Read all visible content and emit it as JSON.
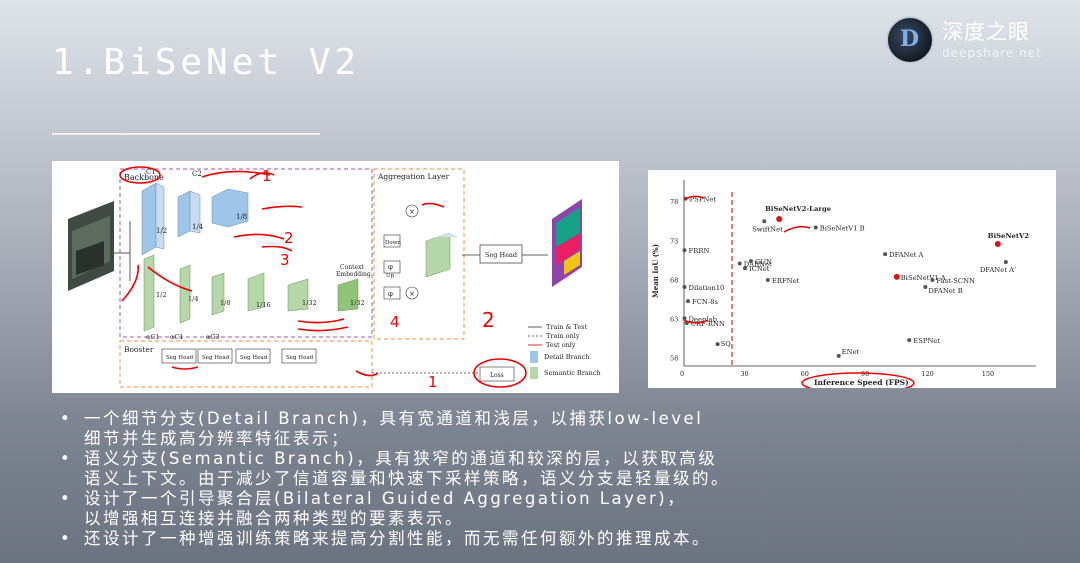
{
  "slide": {
    "title": "1.BiSeNet V2"
  },
  "logo": {
    "cn": "深度之眼",
    "en": "deepshare.net",
    "mark": "D"
  },
  "architecture": {
    "backbone": "Backbone",
    "stage_labels": [
      "C1",
      "C2"
    ],
    "detail_fracs": [
      "1/2",
      "1/4",
      "1/8"
    ],
    "semantic_fracs": [
      "1/2",
      "1/4",
      "1/8",
      "1/16",
      "1/32",
      "1/32"
    ],
    "semantic_widths": [
      "αC1",
      "αC1",
      "αC3"
    ],
    "context": [
      "Context",
      "Embedding"
    ],
    "aggregation": "Aggregation Layer",
    "ops": [
      "Down",
      "φ",
      "Up",
      "φ",
      "×",
      "×"
    ],
    "seg_head": "Seg Head",
    "booster": "Booster",
    "booster_heads": [
      "Seg Head",
      "Seg Head",
      "Seg Head",
      "Seg Head"
    ],
    "loss": "Loss",
    "legend": [
      "Train & Test",
      "Train only",
      "Test only",
      "Detail Branch",
      "Semantic Branch"
    ],
    "annotations": [
      "1",
      "2",
      "3",
      "4",
      "1",
      "2"
    ]
  },
  "speed_chart": {
    "ylabel": "Mean IoU (%)",
    "xlabel": "Inference Speed (FPS)",
    "yticks": [
      "78",
      "73",
      "68",
      "63",
      "58"
    ],
    "xticks": [
      "0",
      "30",
      "60",
      "90",
      "120",
      "150"
    ],
    "points": [
      {
        "name": "PSPNet",
        "fps": 0.8,
        "miou": 78.4,
        "highlight": false
      },
      {
        "name": "BiSeNetV2-Large",
        "fps": 47.3,
        "miou": 75.8,
        "highlight": true
      },
      {
        "name": "SwiftNet",
        "fps": 39.9,
        "miou": 75.5,
        "highlight": false
      },
      {
        "name": "BiSeNetV1 B",
        "fps": 65.5,
        "miou": 74.7,
        "highlight": false
      },
      {
        "name": "BiSeNetV2",
        "fps": 156,
        "miou": 72.6,
        "highlight": true
      },
      {
        "name": "FRRN",
        "fps": 0.25,
        "miou": 71.8,
        "highlight": false
      },
      {
        "name": "DFANet A",
        "fps": 100,
        "miou": 71.3,
        "highlight": false
      },
      {
        "name": "DABNet",
        "fps": 27.7,
        "miou": 70.1,
        "highlight": false
      },
      {
        "name": "GUN",
        "fps": 33.3,
        "miou": 70.4,
        "highlight": false
      },
      {
        "name": "ICNet",
        "fps": 30.3,
        "miou": 69.5,
        "highlight": false
      },
      {
        "name": "DFANet A'",
        "fps": 160,
        "miou": 70.3,
        "highlight": false
      },
      {
        "name": "BiSeNetV1 A",
        "fps": 105.8,
        "miou": 68.4,
        "highlight": true
      },
      {
        "name": "Fast-SCNN",
        "fps": 123.5,
        "miou": 68,
        "highlight": false
      },
      {
        "name": "ERFNet",
        "fps": 41.7,
        "miou": 68,
        "highlight": false
      },
      {
        "name": "DFANet B",
        "fps": 120,
        "miou": 67.1,
        "highlight": false
      },
      {
        "name": "Dilation10",
        "fps": 0.25,
        "miou": 67.1,
        "highlight": false
      },
      {
        "name": "FCN-8s",
        "fps": 2,
        "miou": 65.3,
        "highlight": false
      },
      {
        "name": "Deeplab",
        "fps": 0.25,
        "miou": 63.1,
        "highlight": false
      },
      {
        "name": "CRF-RNN",
        "fps": 1.4,
        "miou": 62.5,
        "highlight": false
      },
      {
        "name": "ESPNet",
        "fps": 112,
        "miou": 60.3,
        "highlight": false
      },
      {
        "name": "SQ",
        "fps": 16.7,
        "miou": 59.8,
        "highlight": false
      },
      {
        "name": "ENet",
        "fps": 76.9,
        "miou": 58.3,
        "highlight": false
      }
    ]
  },
  "bullets": [
    {
      "line1": "一个细节分支(Detail Branch)，具有宽通道和浅层，以捕获low-level",
      "line2": "细节并生成高分辨率特征表示；"
    },
    {
      "line1": "语义分支(Semantic Branch)，具有狭窄的通道和较深的层，以获取高级",
      "line2": "语义上下文。由于减少了信道容量和快速下采样策略，语义分支是轻量级的。"
    },
    {
      "line1": "设计了一个引导聚合层(Bilateral Guided Aggregation Layer)，",
      "line2": "以增强相互连接并融合两种类型的要素表示。"
    },
    {
      "line1": "还设计了一种增强训练策略来提高分割性能，而无需任何额外的推理成本。",
      "line2": ""
    }
  ]
}
